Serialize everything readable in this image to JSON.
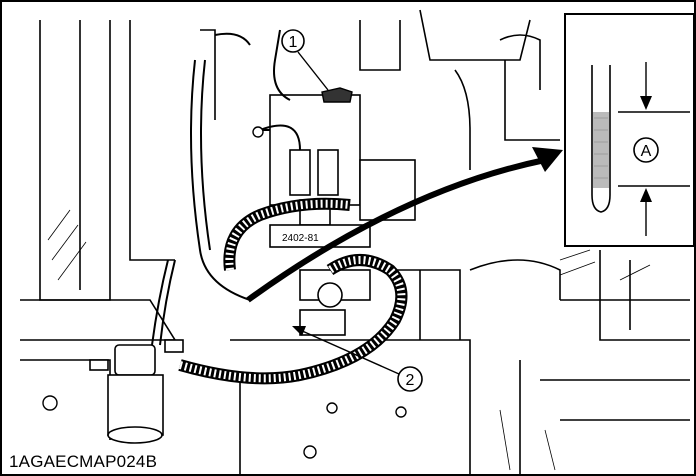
{
  "figure": {
    "callouts": [
      "1",
      "2"
    ],
    "dimension_label": "A",
    "part_marking": "2402-81",
    "figure_code": "1AGAECMAP024B"
  }
}
